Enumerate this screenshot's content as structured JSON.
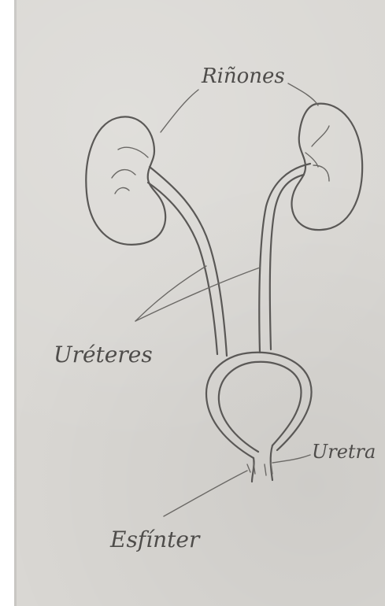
{
  "labels": {
    "kidneys": "Riñones",
    "ureters": "Uréteres",
    "urethra": "Uretra",
    "sphincter": "Esfínter"
  },
  "colors": {
    "paper": "#d9d7d3",
    "pencil": "#5a5856"
  }
}
